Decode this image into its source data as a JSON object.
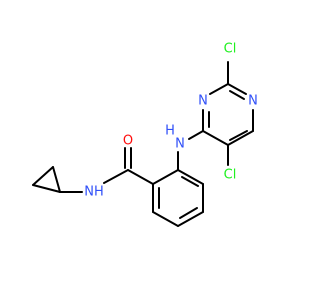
{
  "colors": {
    "bond": "#000000",
    "O": "#ff0d0d",
    "N": "#3050f8",
    "Cl": "#1ff01f",
    "background": "#ffffff"
  },
  "atom_labels": {
    "oxygen": "O",
    "amide_nh": "NH",
    "aryl_amine_h": "H",
    "aryl_amine_n": "N",
    "ring_n1": "N",
    "ring_n3": "N",
    "chlorine_2": "Cl",
    "chlorine_5": "Cl"
  }
}
